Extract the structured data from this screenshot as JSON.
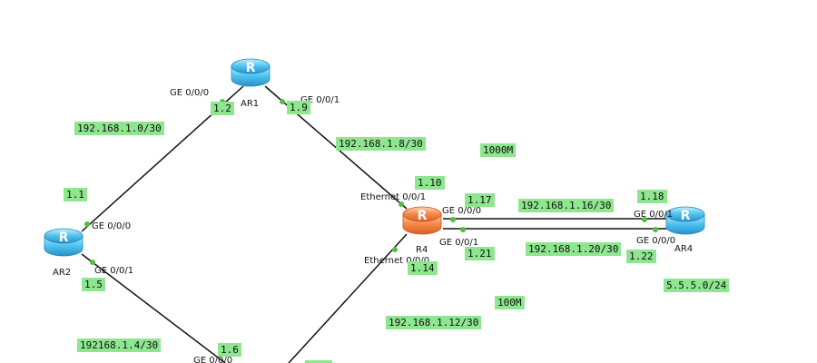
{
  "routers": {
    "ar1": {
      "name": "AR1",
      "icon": "router-icon",
      "color": "#4cc2ef"
    },
    "ar2": {
      "name": "AR2",
      "icon": "router-icon",
      "color": "#4cc2ef"
    },
    "r4": {
      "name": "R4",
      "icon": "router-icon",
      "color": "#f5884a"
    },
    "ar4": {
      "name": "AR4",
      "icon": "router-icon",
      "color": "#4cc2ef"
    }
  },
  "ports": {
    "ar1_ge000": "GE 0/0/0",
    "ar1_ge001": "GE 0/0/1",
    "ar2_ge000": "GE 0/0/0",
    "ar2_ge001": "GE 0/0/1",
    "r4_eth001": "Ethernet 0/0/1",
    "r4_ge000": "GE 0/0/0",
    "r4_ge001": "GE 0/0/1",
    "r4_eth000": "Ethernet 0/0/0",
    "ar4_ge001": "GE 0/0/1",
    "ar4_ge000": "GE 0/0/0",
    "bottom_ge000": "GE 0/0/0"
  },
  "notes": {
    "net_ar1_ar2": "192.168.1.0/30",
    "ip_1_2": "1.2",
    "ip_1_9": "1.9",
    "net_ar1_r4": "192.168.1.8/30",
    "bw_1000m": "1000M",
    "ip_1_10": "1.10",
    "ip_1_1": "1.1",
    "ip_1_17": "1.17",
    "net_16": "192.168.1.16/30",
    "ip_1_18": "1.18",
    "net_20": "192.168.1.20/30",
    "ip_1_21": "1.21",
    "ip_1_22": "1.22",
    "ip_1_14": "1.14",
    "ip_1_5": "1.5",
    "net_5_5": "5.5.5.0/24",
    "bw_100m": "100M",
    "net_12": "192.168.1.12/30",
    "net_4": "192168.1.4/30",
    "ip_1_6": "1.6"
  },
  "colors": {
    "link": "#111111",
    "port_dot": "#4fc23a",
    "note_bg": "#8ee68e"
  }
}
